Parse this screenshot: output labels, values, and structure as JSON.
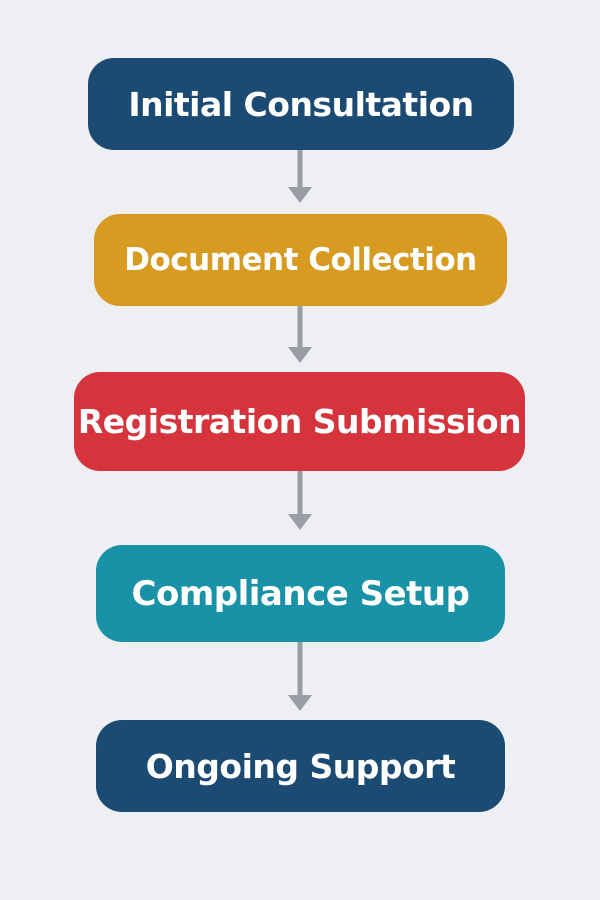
{
  "steps": [
    {
      "label": "Initial Consultation",
      "color": "#1b4a72"
    },
    {
      "label": "Document Collection",
      "color": "#d79b22"
    },
    {
      "label": "Registration Submission",
      "color": "#d6343d"
    },
    {
      "label": "Compliance Setup",
      "color": "#1992a7"
    },
    {
      "label": "Ongoing Support",
      "color": "#1b4a72"
    }
  ],
  "connector_color": "#999ea5"
}
